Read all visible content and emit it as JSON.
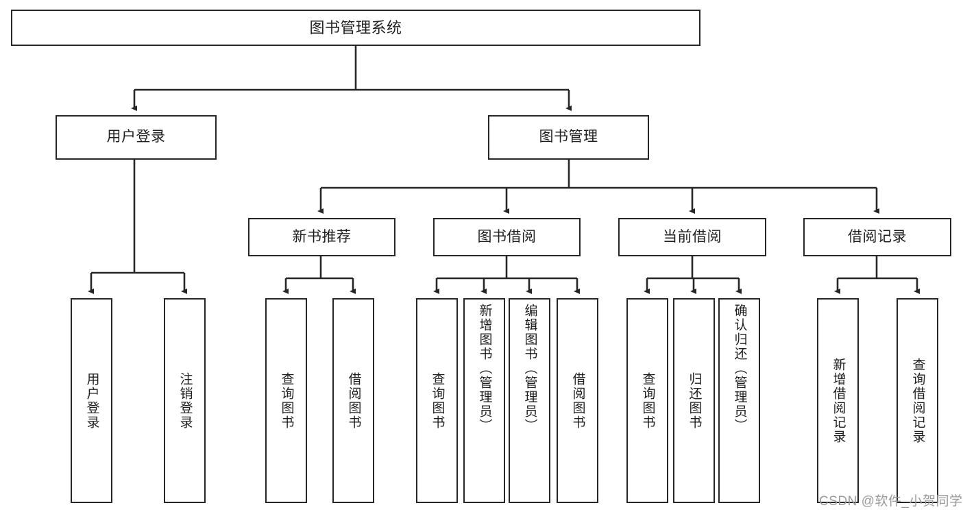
{
  "diagram": {
    "title": "图书管理系统",
    "type": "tree-hierarchy-chart",
    "colors": {
      "box_border": "#262626",
      "box_fill": "#ffffff",
      "edge": "#262626",
      "text": "#1f1f1f",
      "watermark": "#9a9a9a",
      "background": "#ffffff"
    }
  },
  "root": {
    "label": "图书管理系统"
  },
  "level2": [
    {
      "label": "用户登录"
    },
    {
      "label": "图书管理"
    }
  ],
  "level3": [
    {
      "label": "新书推荐"
    },
    {
      "label": "图书借阅"
    },
    {
      "label": "当前借阅"
    },
    {
      "label": "借阅记录"
    }
  ],
  "leaves": {
    "user_login": [
      {
        "label": "用户登录"
      },
      {
        "label": "注销登录"
      }
    ],
    "new_book_recommend": [
      {
        "label": "查询图书"
      },
      {
        "label": "借阅图书"
      }
    ],
    "book_borrow": [
      {
        "label": "查询图书"
      },
      {
        "label": "新增图书（管理员）"
      },
      {
        "label": "编辑图书（管理员）"
      },
      {
        "label": "借阅图书"
      }
    ],
    "current_borrow": [
      {
        "label": "查询图书"
      },
      {
        "label": "归还图书"
      },
      {
        "label": "确认归还（管理员）"
      }
    ],
    "borrow_record": [
      {
        "label": "新增借阅记录"
      },
      {
        "label": "查询借阅记录"
      }
    ]
  },
  "watermark": {
    "text": "CSDN @软件_小贺同学"
  }
}
